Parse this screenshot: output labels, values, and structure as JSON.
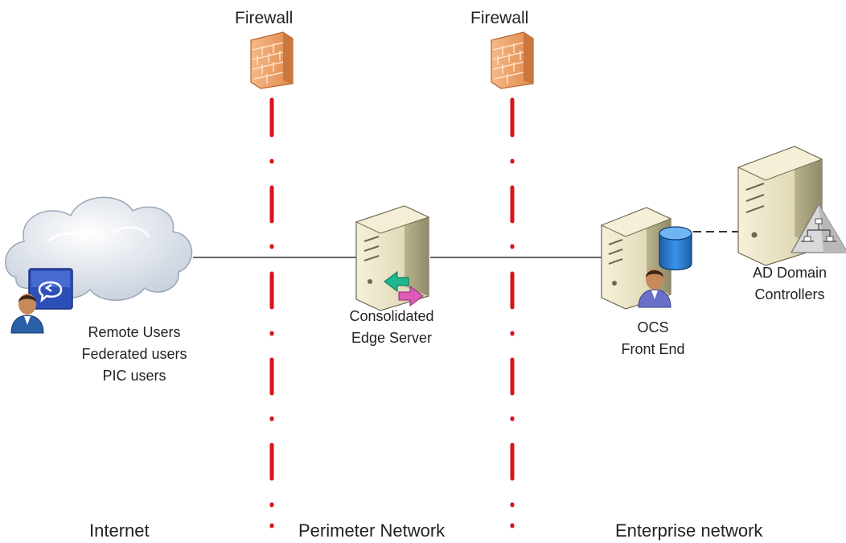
{
  "firewalls": [
    {
      "label": "Firewall"
    },
    {
      "label": "Firewall"
    }
  ],
  "nodes": {
    "users": {
      "lines": [
        "Remote Users",
        "Federated users",
        "PIC users"
      ]
    },
    "edge": {
      "lines": [
        "Consolidated",
        "Edge Server"
      ]
    },
    "frontend": {
      "lines": [
        "OCS",
        "Front End"
      ]
    },
    "ad": {
      "lines": [
        "AD Domain",
        "Controllers"
      ]
    }
  },
  "zones": {
    "internet": "Internet",
    "perimeter": "Perimeter Network",
    "enterprise": "Enterprise network"
  },
  "colors": {
    "firewall_line": "#d9131c",
    "brick": "#f0a46a",
    "server_body": "#e8e2c4",
    "link": "#333333",
    "database": "#2a7fd4",
    "cloud": "#e7ecf4"
  },
  "icons": {
    "firewall": "brick-wall-icon",
    "server": "server-tower-icon",
    "cloud": "cloud-icon",
    "user": "user-icon",
    "database": "database-icon",
    "ad": "directory-pyramid-icon"
  }
}
